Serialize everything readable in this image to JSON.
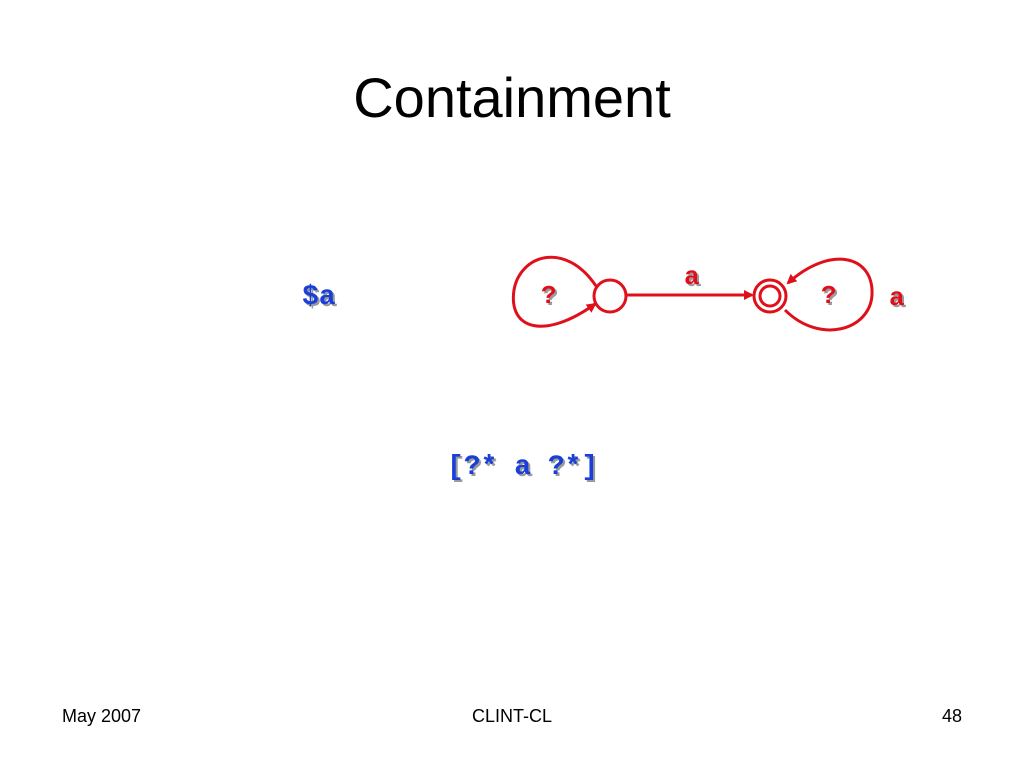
{
  "slide": {
    "title": "Containment",
    "variable": "$a",
    "regex": "[?* a ?*]"
  },
  "automaton": {
    "start_loop_label": "?",
    "transition_label": "a",
    "accept_loop_label": "?",
    "accept_label": "a",
    "stroke_color": "#e0101a",
    "label_color": "#e0101a"
  },
  "footer": {
    "date": "May 2007",
    "center": "CLINT-CL",
    "page_number": "48"
  },
  "colors": {
    "code_blue": "#1a3fd8",
    "automaton_red": "#e0101a"
  }
}
